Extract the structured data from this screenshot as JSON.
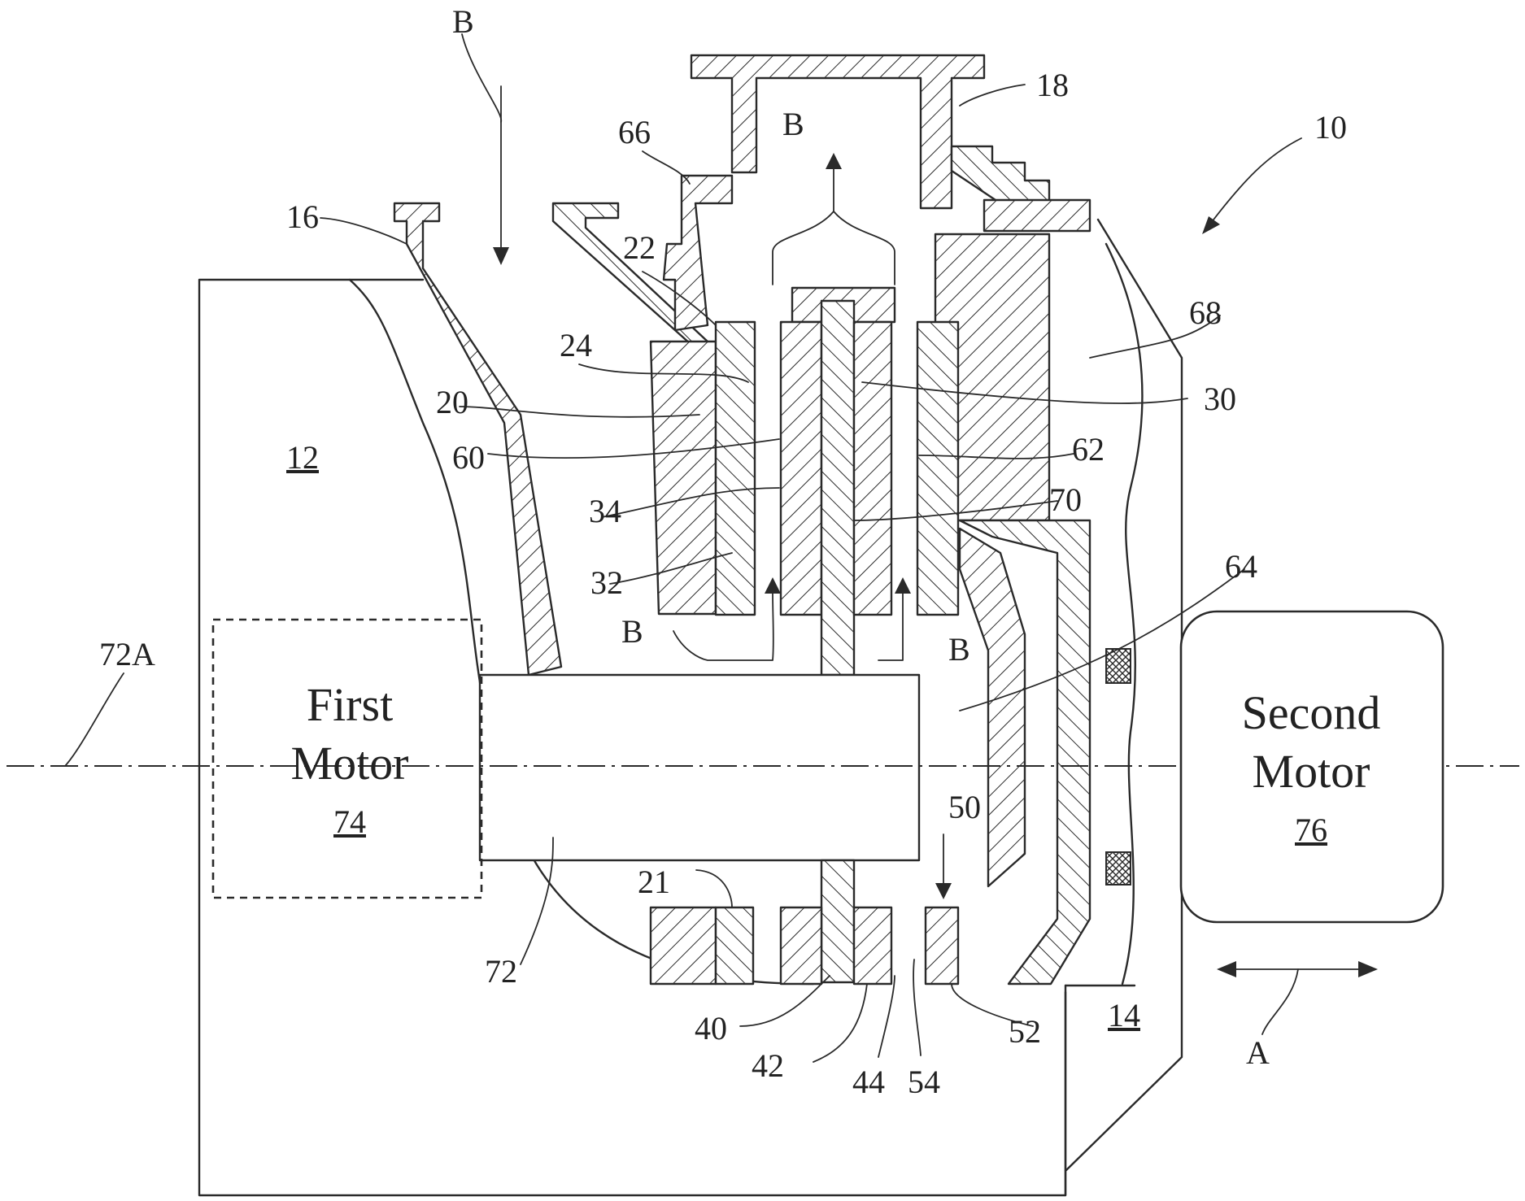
{
  "figure": {
    "labels": {
      "l10": "10",
      "l12": "12",
      "l14": "14",
      "l16": "16",
      "l18": "18",
      "l20": "20",
      "l21": "21",
      "l22": "22",
      "l24": "24",
      "l30": "30",
      "l32": "32",
      "l34": "34",
      "l40": "40",
      "l42": "42",
      "l44": "44",
      "l50": "50",
      "l52": "52",
      "l54": "54",
      "l60": "60",
      "l62": "62",
      "l64": "64",
      "l66": "66",
      "l68": "68",
      "l70": "70",
      "l72": "72",
      "l72A": "72A",
      "lA": "A",
      "lB": "B"
    },
    "first_motor": {
      "line1": "First",
      "line2": "Motor",
      "ref": "74"
    },
    "second_motor": {
      "line1": "Second",
      "line2": "Motor",
      "ref": "76"
    }
  }
}
